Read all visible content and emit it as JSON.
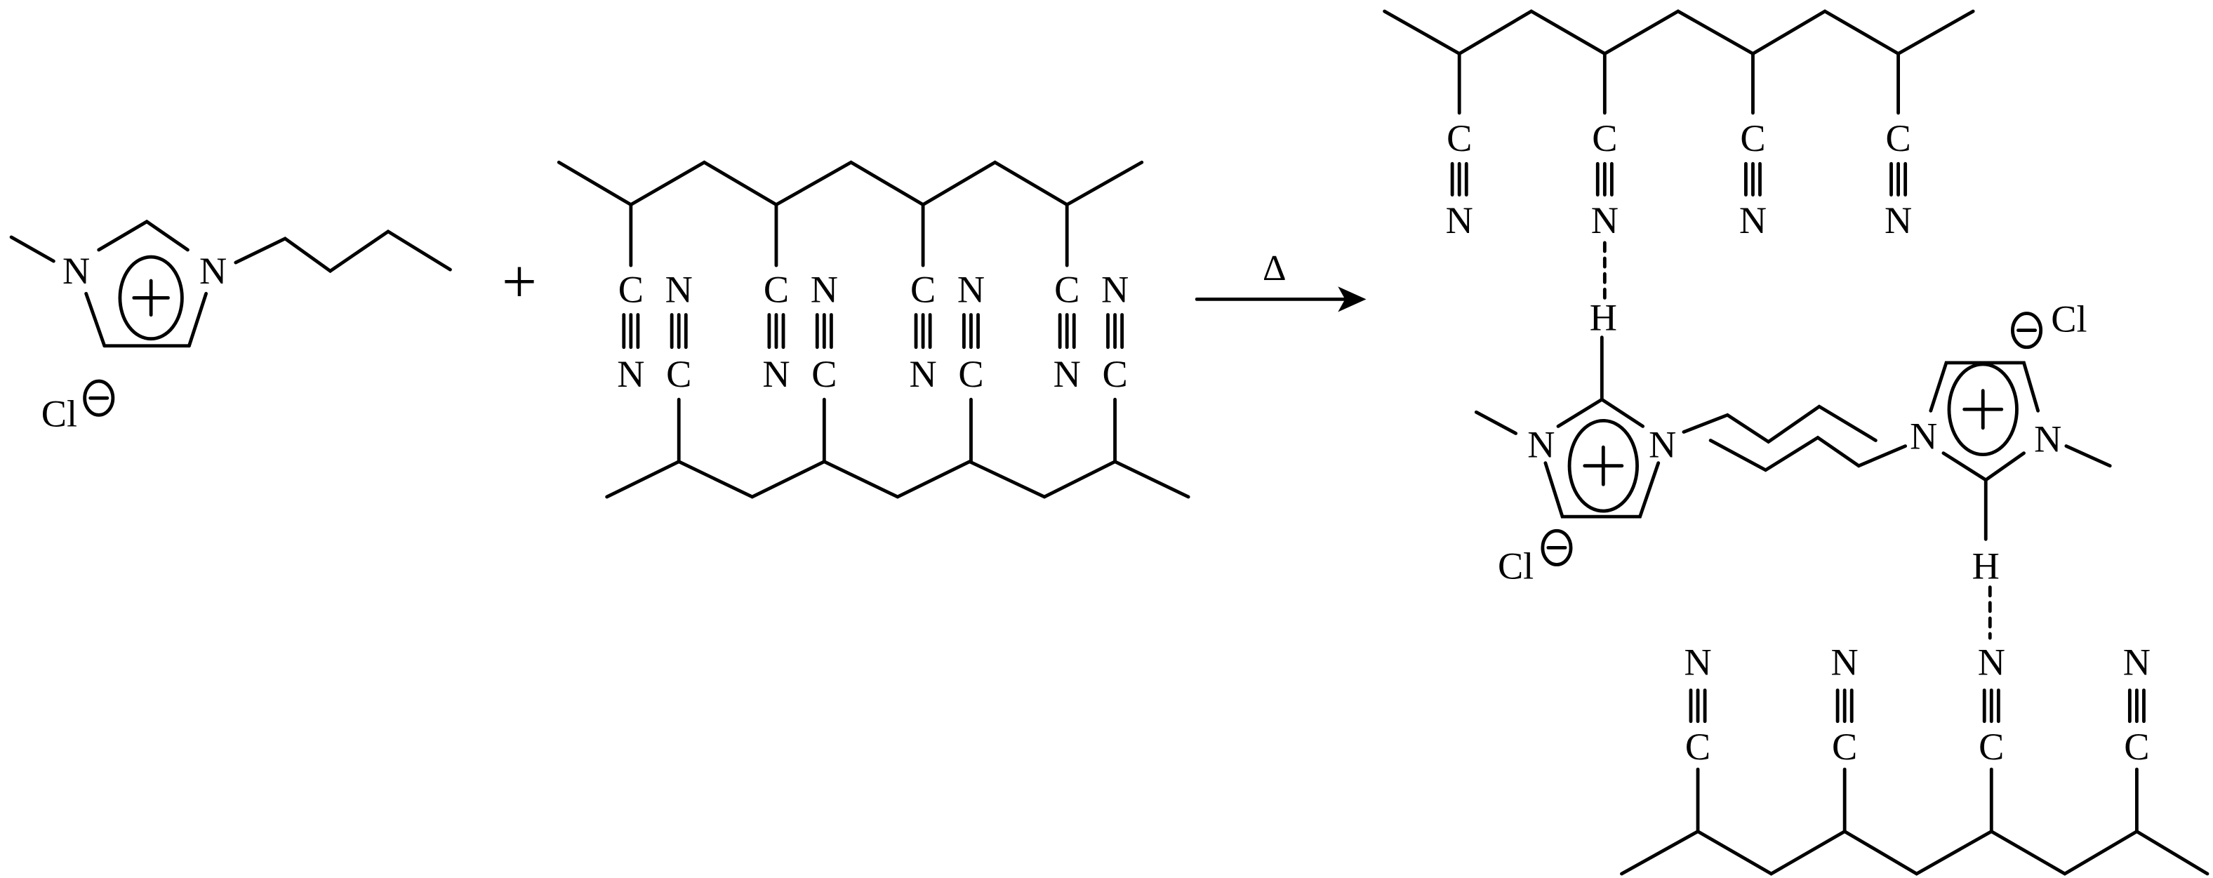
{
  "reaction": {
    "condition": "Δ",
    "plus": "+"
  },
  "atoms": {
    "carbon": "C",
    "nitrogen": "N",
    "hydrogen": "H",
    "chloride": "Cl"
  },
  "colors": {
    "ink": "#000000",
    "background": "#ffffff"
  }
}
